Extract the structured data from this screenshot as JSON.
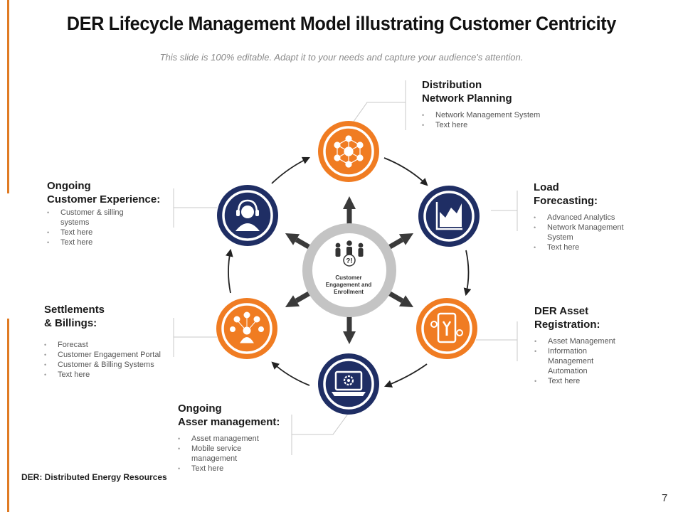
{
  "slide": {
    "title": "DER Lifecycle Management Model illustrating Customer Centricity",
    "subtitle": "This slide is 100% editable. Adapt it to your needs and capture your audience's attention.",
    "footnote": "DER: Distributed Energy Resources",
    "page_number": "7"
  },
  "colors": {
    "orange": "#f07c22",
    "navy": "#1f2e64",
    "gray_ring": "#c4c4c4",
    "arrow": "#3a3a3a",
    "accent_bar": "#e07b24"
  },
  "center": {
    "line1": "Customer",
    "line2": "Engagement and",
    "line3": "Enrollment",
    "icon": "people-question-icon"
  },
  "stages": [
    {
      "heading_line1": "Distribution",
      "heading_line2": "Network Planning",
      "bullets": [
        "Network Management System",
        "Text here"
      ],
      "icon": "network-nodes-icon",
      "color": "orange"
    },
    {
      "heading_line1": "Load",
      "heading_line2": "Forecasting:",
      "bullets": [
        "Advanced Analytics",
        "Network Management",
        "System",
        "Text here"
      ],
      "icon": "area-chart-icon",
      "color": "navy"
    },
    {
      "heading_line1": "DER Asset",
      "heading_line2": "Registration:",
      "bullets": [
        "Asset Management",
        "Information",
        "Management",
        "Automation",
        "Text here"
      ],
      "icon": "mobile-settings-icon",
      "color": "orange"
    },
    {
      "heading_line1": "Ongoing",
      "heading_line2": "Asser management:",
      "bullets": [
        "Asset management",
        "Mobile service",
        "management",
        "Text here"
      ],
      "icon": "laptop-gear-icon",
      "color": "navy"
    },
    {
      "heading_line1": "Settlements",
      "heading_line2": "& Billings:",
      "bullets": [
        "Forecast",
        "Customer Engagement Portal",
        "Customer & Billing Systems",
        "Text here"
      ],
      "icon": "user-network-icon",
      "color": "orange"
    },
    {
      "heading_line1": "Ongoing",
      "heading_line2": "Customer Experience:",
      "bullets": [
        "Customer & silling",
        "systems",
        "Text here",
        "Text here"
      ],
      "icon": "headset-support-icon",
      "color": "navy"
    }
  ]
}
